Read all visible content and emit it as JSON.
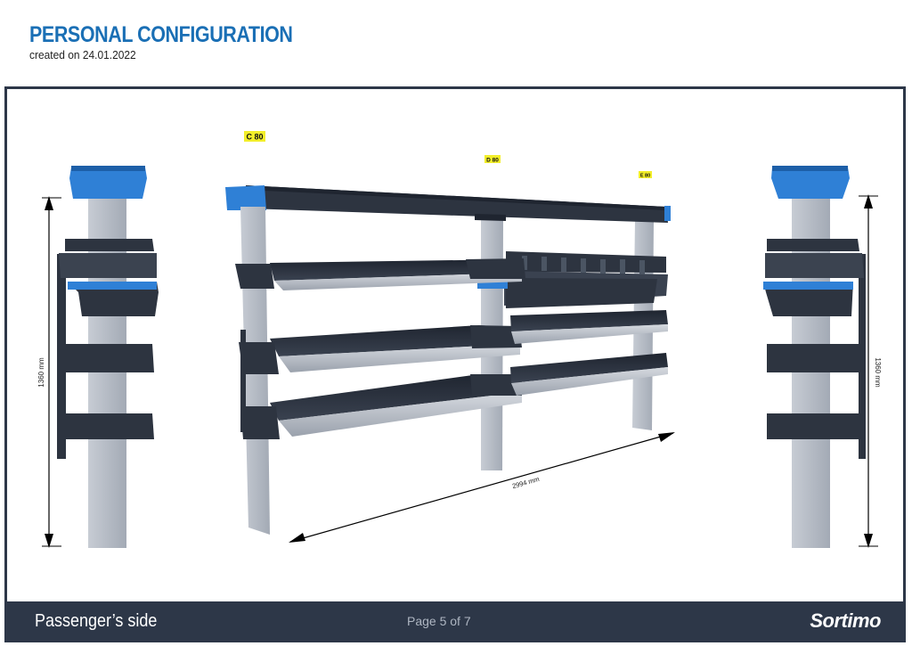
{
  "header": {
    "title": "PERSONAL CONFIGURATION",
    "subtitle": "created on 24.01.2022"
  },
  "labels": {
    "module_c": "C 80",
    "module_d": "D 80",
    "module_e": "E 80"
  },
  "dimensions": {
    "height_left": "1360 mm",
    "height_right": "1360 mm",
    "length": "2994 mm"
  },
  "footer": {
    "side": "Passenger’s side",
    "page": "Page 5 of 7",
    "logo": "Sortimo"
  },
  "colors": {
    "title_blue": "#1a6fb5",
    "accent_blue": "#2f80d6",
    "dark_shelf": "#2d3440",
    "upright": "#b9bfc9",
    "footer_bg": "#2d3748",
    "tag_yellow": "#f2ee2a"
  }
}
